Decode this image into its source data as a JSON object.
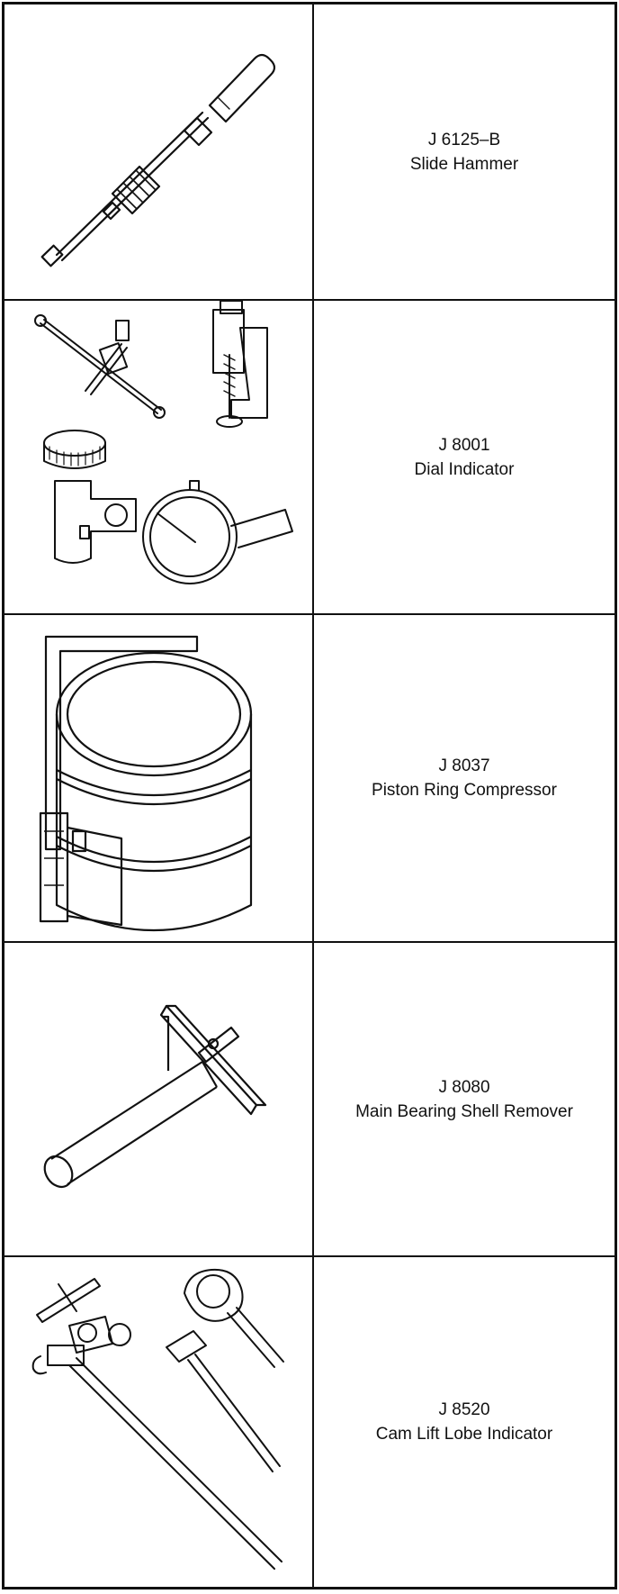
{
  "tools": [
    {
      "number": "J 6125–B",
      "name": "Slide Hammer",
      "illustration": "slide-hammer-illustration"
    },
    {
      "number": "J 8001",
      "name": "Dial Indicator",
      "illustration": "dial-indicator-illustration"
    },
    {
      "number": "J 8037",
      "name": "Piston Ring Compressor",
      "illustration": "piston-ring-compressor-illustration"
    },
    {
      "number": "J 8080",
      "name": "Main Bearing Shell Remover",
      "illustration": "main-bearing-shell-remover-illustration"
    },
    {
      "number": "J 8520",
      "name": "Cam Lift Lobe Indicator",
      "illustration": "cam-lift-lobe-indicator-illustration"
    }
  ]
}
